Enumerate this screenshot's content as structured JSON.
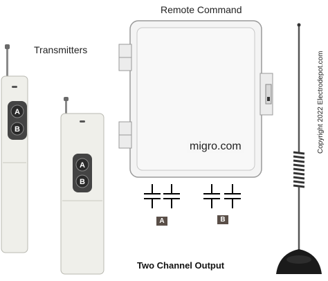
{
  "labels": {
    "remote_command": "Remote Command",
    "transmitters": "Transmitters",
    "brand_box": "migro.com",
    "output": "Two Channel Output",
    "copyright": "Copyright 2022 Electrodepot.com"
  },
  "transmitter_buttons": [
    "A",
    "B"
  ],
  "channels": [
    "A",
    "B"
  ],
  "colors": {
    "enclosure": "#f4f4f4",
    "enclosure_outline": "#9a9a9a",
    "remote_body": "#efefea",
    "remote_button": "#333333",
    "antenna_base": "#1a1a1a",
    "channel_tag": "#5a4f48"
  }
}
